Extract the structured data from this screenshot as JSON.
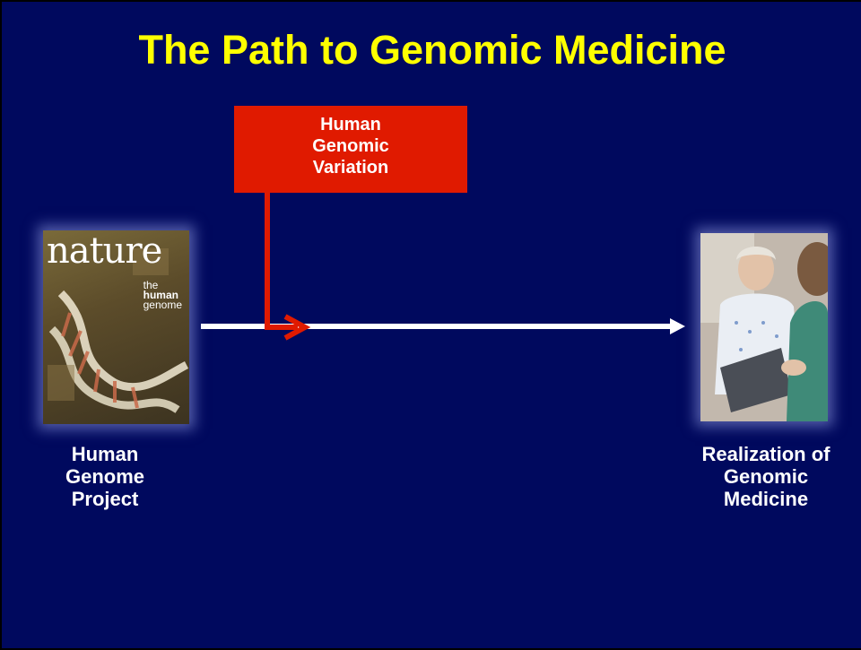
{
  "title": "The Path to Genomic Medicine",
  "variation_box": {
    "label": "Human\nGenomic\nVariation"
  },
  "left_node": {
    "caption": "Human\nGenome\nProject",
    "cover_masthead": "nature",
    "cover_line1": "the",
    "cover_line2": "human",
    "cover_line3": "genome"
  },
  "right_node": {
    "caption": "Realization of\nGenomic\nMedicine"
  },
  "colors": {
    "background": "#00095e",
    "title": "#ffff00",
    "variation_box": "#e01a00",
    "arrow_main": "#ffffff",
    "arrow_branch": "#e01a00"
  }
}
